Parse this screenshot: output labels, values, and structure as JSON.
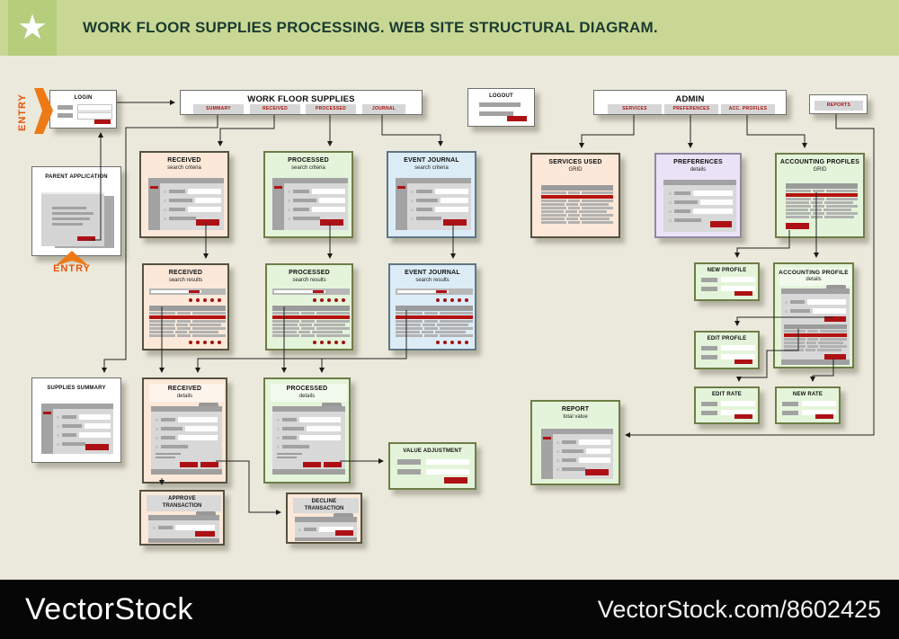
{
  "header": {
    "title": "WORK FLOOR SUPPLIES PROCESSING. WEB SITE STRUCTURAL DIAGRAM.",
    "star_icon": "star"
  },
  "entry": {
    "left_label": "ENTRY",
    "bottom_label": "ENTRY"
  },
  "nodes": {
    "login": {
      "title": "LOGIN"
    },
    "logout": {
      "title": "LOGOUT"
    },
    "parent_application": {
      "title": "PARENT APPLICATION"
    },
    "wfs": {
      "title": "WORK FLOOR SUPPLIES",
      "tabs": [
        "SUMMARY",
        "RECEIVED",
        "PROCESSED",
        "JOURNAL"
      ]
    },
    "admin": {
      "title": "ADMIN",
      "tabs": [
        "SERVICES",
        "PREFERENCES",
        "ACC. PROFILES"
      ]
    },
    "reports": {
      "tab": "REPORTS"
    },
    "received_criteria": {
      "title": "RECEIVED",
      "subtitle": "search criteria"
    },
    "processed_criteria": {
      "title": "PROCESSED",
      "subtitle": "search criteria"
    },
    "journal_criteria": {
      "title": "EVENT JOURNAL",
      "subtitle": "search criteria"
    },
    "received_results": {
      "title": "RECEIVED",
      "subtitle": "search results"
    },
    "processed_results": {
      "title": "PROCESSED",
      "subtitle": "search results"
    },
    "journal_results": {
      "title": "EVENT JOURNAL",
      "subtitle": "search results"
    },
    "received_details": {
      "title": "RECEIVED",
      "subtitle": "details"
    },
    "processed_details": {
      "title": "PROCESSED",
      "subtitle": "details"
    },
    "supplies_summary": {
      "title": "SUPPLIES SUMMARY"
    },
    "value_adjustment": {
      "title": "VALUE ADJUSTMENT"
    },
    "approve_transaction": {
      "title": "APPROVE",
      "subtitle": "TRANSACTION"
    },
    "decline_transaction": {
      "title": "DECLINE",
      "subtitle": "TRANSACTION"
    },
    "services_used": {
      "title": "SERVICES USED",
      "subtitle": "GRID"
    },
    "preferences": {
      "title": "PREFERENCES",
      "subtitle": "details"
    },
    "accounting_profiles_grid": {
      "title": "ACCOUNTING PROFILES",
      "subtitle": "GRID"
    },
    "new_profile": {
      "title": "NEW PROFILE"
    },
    "accounting_profile_details": {
      "title": "ACCOUNTING PROFILE",
      "subtitle": "details"
    },
    "edit_profile": {
      "title": "EDIT PROFILE"
    },
    "edit_rate": {
      "title": "EDIT RATE"
    },
    "new_rate": {
      "title": "NEW RATE"
    },
    "report": {
      "title": "REPORT",
      "subtitle": "total value"
    }
  },
  "footer": {
    "brand": "VectorStock",
    "url": "VectorStock.com/8602425"
  },
  "colors": {
    "header_bg": "#c8d894",
    "header_tile": "#b6cd7b",
    "title_text": "#1b3a31",
    "canvas_bg": "#ebe9dc",
    "accent_red": "#ad1115",
    "entry_orange": "#ee7a15",
    "peach_box": "#fbe8d8",
    "green_box": "#e4f4da",
    "blue_box": "#dcecf7",
    "purple_box": "#eae3f8",
    "footer_bg": "#060606"
  }
}
